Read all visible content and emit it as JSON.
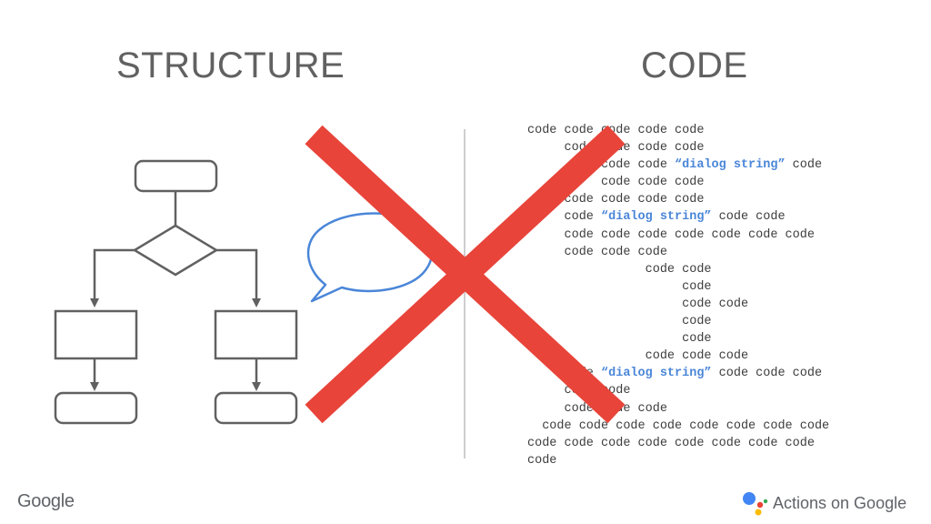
{
  "headings": {
    "left": "STRUCTURE",
    "right": "CODE"
  },
  "colors": {
    "cross": "#e8443a",
    "bubble": "#4a86d8",
    "flowchart": "#616161",
    "dialog_string": "#4a86d8",
    "divider": "#bdbdbd"
  },
  "code_lines": [
    [
      {
        "t": "code code code code code"
      }
    ],
    [
      {
        "t": "     code code code code"
      }
    ],
    [
      {
        "t": "          code code "
      },
      {
        "t": "“dialog string”",
        "d": true
      },
      {
        "t": " code"
      }
    ],
    [
      {
        "t": "          code code code"
      }
    ],
    [
      {
        "t": "     code code code code"
      }
    ],
    [
      {
        "t": "     code "
      },
      {
        "t": "“dialog string”",
        "d": true
      },
      {
        "t": " code code"
      }
    ],
    [
      {
        "t": "     code code code code code code code"
      }
    ],
    [
      {
        "t": "     code code code"
      }
    ],
    [
      {
        "t": "                code code"
      }
    ],
    [
      {
        "t": "                     code"
      }
    ],
    [
      {
        "t": "                     code code"
      }
    ],
    [
      {
        "t": "                     code"
      }
    ],
    [
      {
        "t": "                     code"
      }
    ],
    [
      {
        "t": "                code code code"
      }
    ],
    [
      {
        "t": "     code "
      },
      {
        "t": "“dialog string”",
        "d": true
      },
      {
        "t": " code code code"
      }
    ],
    [
      {
        "t": "     code code"
      }
    ],
    [
      {
        "t": "     code code code"
      }
    ],
    [
      {
        "t": "  code code code code code code code code"
      }
    ],
    [
      {
        "t": "code code code code code code code code"
      }
    ],
    [
      {
        "t": "code"
      }
    ]
  ],
  "footer": {
    "left_brand": "Google",
    "right_brand": "Actions on Google"
  },
  "icons": {
    "cross": "x-cross-icon",
    "bubble": "speech-bubble-icon",
    "assistant": "google-assistant-logo-icon"
  }
}
